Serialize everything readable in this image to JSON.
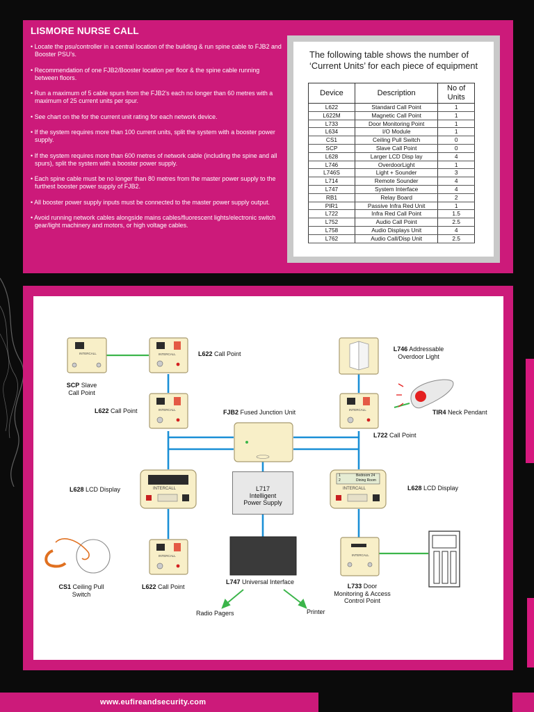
{
  "top": {
    "title": "LISMORE NURSE CALL",
    "bullets": [
      "• Locate the psu/controller in a central location of the building & run spine cable to FJB2 and Booster PSU’s.",
      "• Recommendation of one FJB2/Booster location per floor & the spine cable running between floors.",
      "• Run a maximum of 5 cable spurs from the FJB2’s each no longer than 60 metres with a maximum of 25 current units per spur.",
      "• See chart on the for the current unit rating for each network device.",
      "• If the system requires more than 100 current units,  split the system with a booster power supply.",
      "• If the system requires more than 600 metres of network cable (including the spine and all spurs), split the system with a booster power supply.",
      "• Each spine cable must be no longer than 80 metres from the master power supply to the furthest booster power supply of FJB2.",
      "• All booster power supply inputs must be connected to the master power supply output.",
      "• Avoid running network cables alongside mains cables/fluorescent lights/electronic switch gear/light machinery and motors, or high voltage cables."
    ]
  },
  "units_table": {
    "caption": "The following table shows the number of ‘Current Units’ for each piece of equipment",
    "headers": [
      "Device",
      "Description",
      "No of Units"
    ],
    "rows": [
      [
        "L622",
        "Standard Call Point",
        "1"
      ],
      [
        "L622M",
        "Magnetic Call Point",
        "1"
      ],
      [
        "L733",
        "Door Monitoring Point",
        "1"
      ],
      [
        "L634",
        "I/O Module",
        "1"
      ],
      [
        "CS1",
        "Ceiling Pull Switch",
        "0"
      ],
      [
        "SCP",
        "Slave Call Point",
        "0"
      ],
      [
        "L628",
        "Larger LCD Disp lay",
        "4"
      ],
      [
        "L746",
        "OverdoorLight",
        "1"
      ],
      [
        "L746S",
        "Light + Sounder",
        "3"
      ],
      [
        "L714",
        "Remote Sounder",
        "4"
      ],
      [
        "L747",
        "System Interface",
        "4"
      ],
      [
        "RB1",
        "Relay Board",
        "2"
      ],
      [
        "PIR1",
        "Passive Infra Red Unit",
        "1"
      ],
      [
        "L722",
        "Infra Red Call Point",
        "1.5"
      ],
      [
        "L752",
        "Audio Call Point",
        "2.5"
      ],
      [
        "L758",
        "Audio Displays Unit",
        "4"
      ],
      [
        "L762",
        "Audio Call/Disp Unit",
        "2.5"
      ]
    ]
  },
  "diagram": {
    "scp": {
      "code": "SCP",
      "name": "Slave Call Point"
    },
    "l622_top": {
      "code": "L622",
      "name": "Call Point"
    },
    "l622_mid": {
      "code": "L622",
      "name": "Call Point"
    },
    "l622_bottom": {
      "code": "L622",
      "name": "Call Point"
    },
    "fjb2": {
      "code": "FJB2",
      "name": "Fused Junction Unit"
    },
    "l746": {
      "code": "L746",
      "name": "Addressable",
      "name2": "Overdoor Light"
    },
    "tir4": {
      "code": "TIR4",
      "name": "Neck Pendant"
    },
    "l722": {
      "code": "L722",
      "name": "Call Point"
    },
    "l628_left": {
      "code": "L628",
      "name": "LCD Display"
    },
    "l628_right": {
      "code": "L628",
      "name": "LCD Display"
    },
    "l717": {
      "code": "L717",
      "line2": "Intelligent",
      "line3": "Power Supply"
    },
    "lcd_line1": "Bedroom 24",
    "lcd_line2": "Dining Room",
    "lcd_num1": "1",
    "lcd_num2": "2",
    "device_brand": "INTERCALL",
    "cs1": {
      "code": "CS1",
      "name": "Ceiling Pull",
      "name2": "Switch"
    },
    "l747": {
      "code": "L747",
      "name": "Universal Interface"
    },
    "l733": {
      "code": "L733",
      "name": "Door",
      "name2": "Monitoring & Access",
      "name3": "Control Point"
    },
    "radio_pagers": "Radio Pagers",
    "printer": "Printer"
  },
  "footer": {
    "url": "www.eufireandsecurity.com"
  },
  "colors": {
    "brand_pink": "#cc1a7a",
    "link_green": "#3bb54a",
    "link_blue": "#1a8fd6",
    "device_cream": "#f8efc8"
  }
}
